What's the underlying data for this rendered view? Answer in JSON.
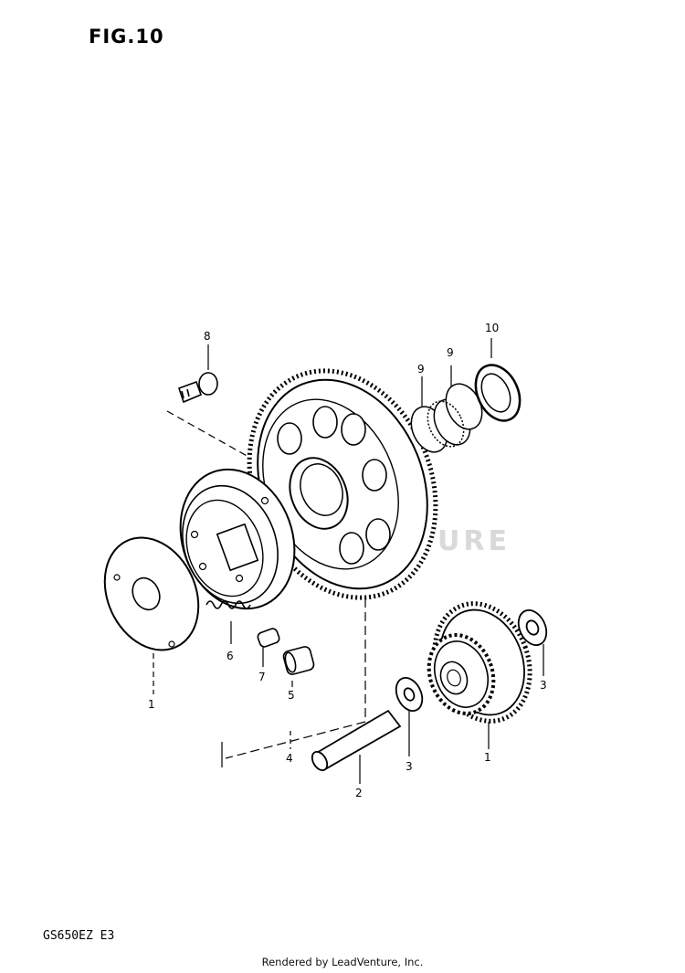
{
  "figure": {
    "title": "FIG.10",
    "model_code": "GS650EZ E3"
  },
  "callouts": {
    "bolt": "8",
    "thrust_washer_left": "1",
    "roller": "5",
    "spring": "6",
    "plunger": "7",
    "shaft_line": "4",
    "shaft": "2",
    "washer_mid": "3",
    "gear_idler": "1",
    "washer_right": "3",
    "bearing_a": "9",
    "bearing_b": "9",
    "thrust_washer_top": "10"
  },
  "watermark": "LEADVENTURE",
  "footer": "Rendered by LeadVenture, Inc."
}
